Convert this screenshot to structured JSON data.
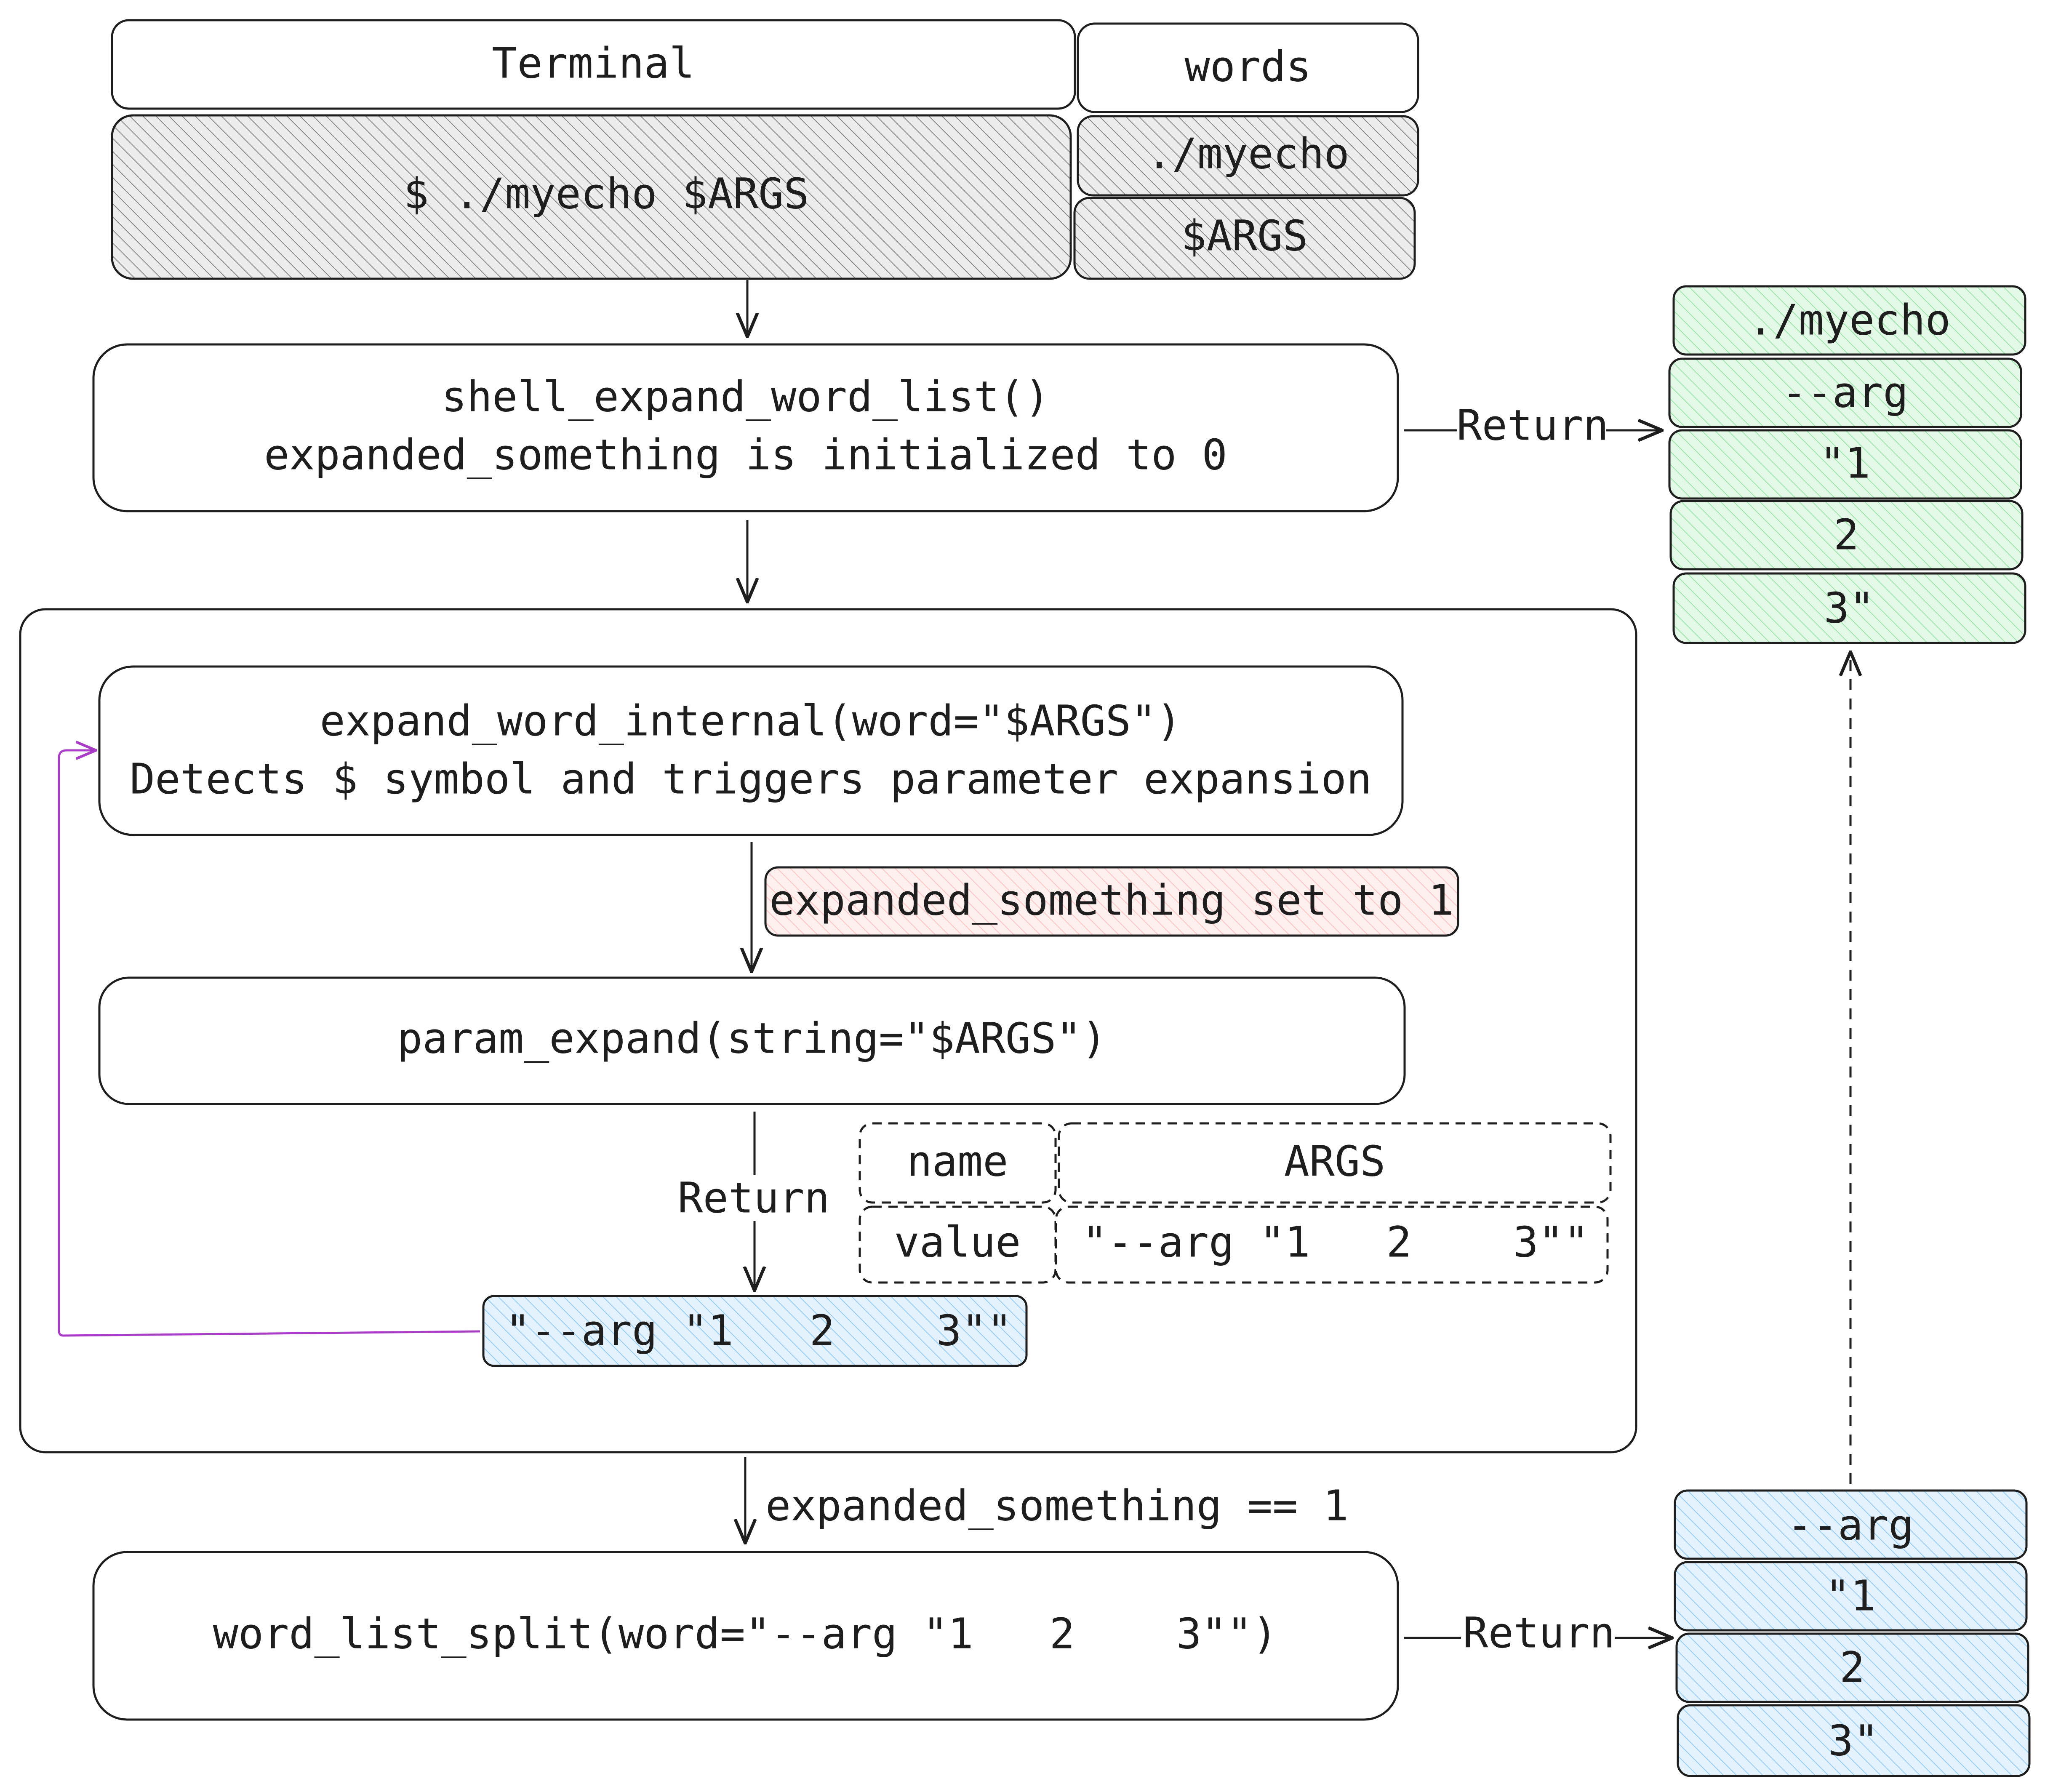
{
  "terminal": {
    "title": "Terminal",
    "command": "$ ./myecho $ARGS"
  },
  "words": {
    "header": "words",
    "items": [
      "./myecho",
      "$ARGS"
    ]
  },
  "shell_expand": {
    "line1": "shell_expand_word_list()",
    "line2": "expanded_something is initialized to 0"
  },
  "expand_word_internal": {
    "line1": "expand_word_internal(word=\"$ARGS\")",
    "line2": "Detects $ symbol and triggers parameter expansion"
  },
  "flag_note": "expanded_something set to 1",
  "param_expand": "param_expand(string=\"$ARGS\")",
  "variable_table": {
    "name_label": "name",
    "name_value": "ARGS",
    "value_label": "value",
    "value_value": "\"--arg \"1   2    3\"\""
  },
  "param_result": "\"--arg \"1   2    3\"\"",
  "condition": "expanded_something == 1",
  "word_list_split": "word_list_split(word=\"--arg \"1   2    3\"\")",
  "return_label": "Return",
  "split_result": [
    "--arg",
    "\"1",
    "2",
    "3\""
  ],
  "final_words": [
    "./myecho",
    "--arg",
    "\"1",
    "2",
    "3\""
  ],
  "colors": {
    "gray_hatch": "#9a9a9a",
    "green_fill": "#d3f9d8",
    "green_hatch": "#b2f2bb",
    "blue_fill": "#d8ecfb",
    "blue_hatch": "#a5d8ff",
    "red_fill": "#ffecec",
    "red_hatch": "#ffc9c9",
    "purple_line": "#a93dc7"
  }
}
